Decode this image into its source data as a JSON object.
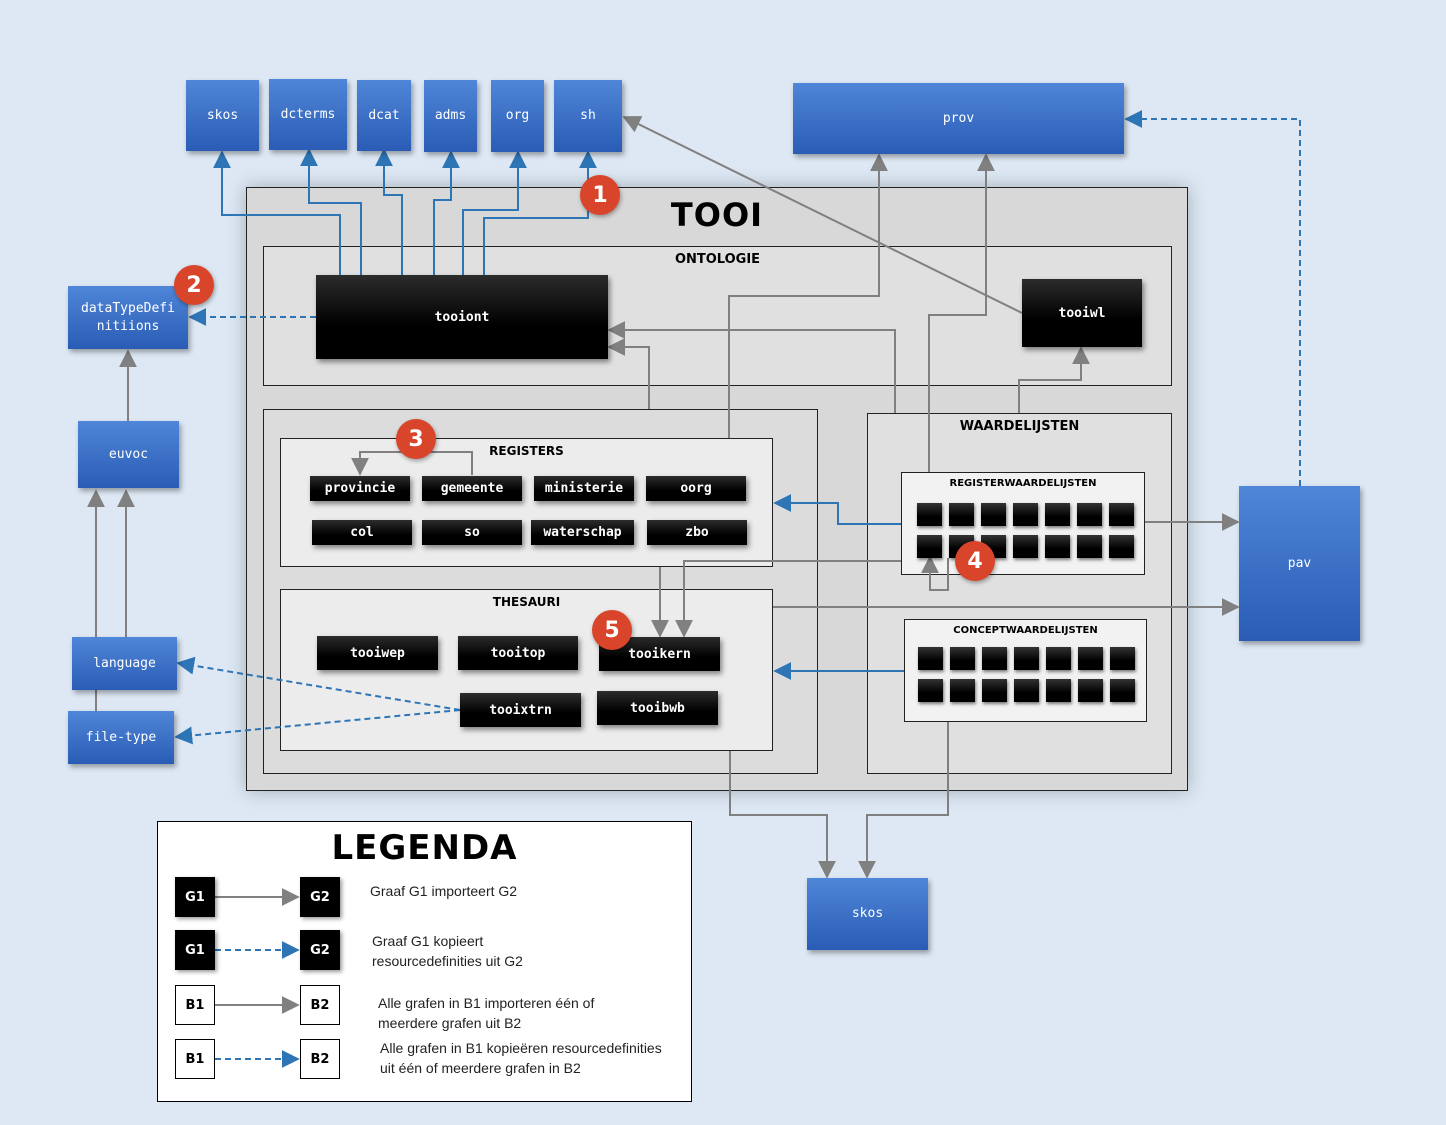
{
  "external": {
    "skos_top": "skos",
    "dcterms": "dcterms",
    "dcat": "dcat",
    "adms": "adms",
    "org": "org",
    "sh": "sh",
    "prov": "prov",
    "datatype_line1": "dataTypeDefi",
    "datatype_line2": "nitiions",
    "euvoc": "euvoc",
    "language": "language",
    "file_type": "file-type",
    "pav": "pav",
    "skos_bottom": "skos"
  },
  "tooi": {
    "title": "TOOI",
    "ontologie": {
      "title": "ONTOLOGIE",
      "tooiont": "tooiont",
      "tooiwl": "tooiwl"
    },
    "registers": {
      "title": "REGISTERS",
      "items": [
        "provincie",
        "gemeente",
        "ministerie",
        "oorg",
        "col",
        "so",
        "waterschap",
        "zbo"
      ]
    },
    "thesauri": {
      "title": "THESAURI",
      "items": [
        "tooiwep",
        "tooitop",
        "tooikern",
        "tooixtrn",
        "tooibwb"
      ]
    },
    "waardelijsten": {
      "title": "WAARDELIJSTEN",
      "registerwaardelijsten": "REGISTERWAARDELIJSTEN",
      "conceptwaardelijsten": "CONCEPTWAARDELIJSTEN"
    }
  },
  "badges": [
    "1",
    "2",
    "3",
    "4",
    "5"
  ],
  "legend": {
    "title": "LEGENDA",
    "rows": [
      {
        "from": "G1",
        "to": "G2",
        "line": "import",
        "text1": "Graaf G1 importeert G2",
        "text2": ""
      },
      {
        "from": "G1",
        "to": "G2",
        "line": "copy",
        "text1": "Graaf G1 kopieert",
        "text2": "resourcedefinities uit G2"
      },
      {
        "from": "B1",
        "to": "B2",
        "line": "import",
        "text1": "Alle grafen in B1 importeren één of",
        "text2": "meerdere grafen uit B2"
      },
      {
        "from": "B1",
        "to": "B2",
        "line": "copy",
        "text1": "Alle grafen in B1 kopieëren resourcedefinities",
        "text2": "uit één of meerdere grafen in B2"
      }
    ]
  },
  "colors": {
    "import_line": "#808080",
    "copy_line": "#2e75b6",
    "badge": "#d9452b",
    "external_box": "#3a6fc8"
  }
}
